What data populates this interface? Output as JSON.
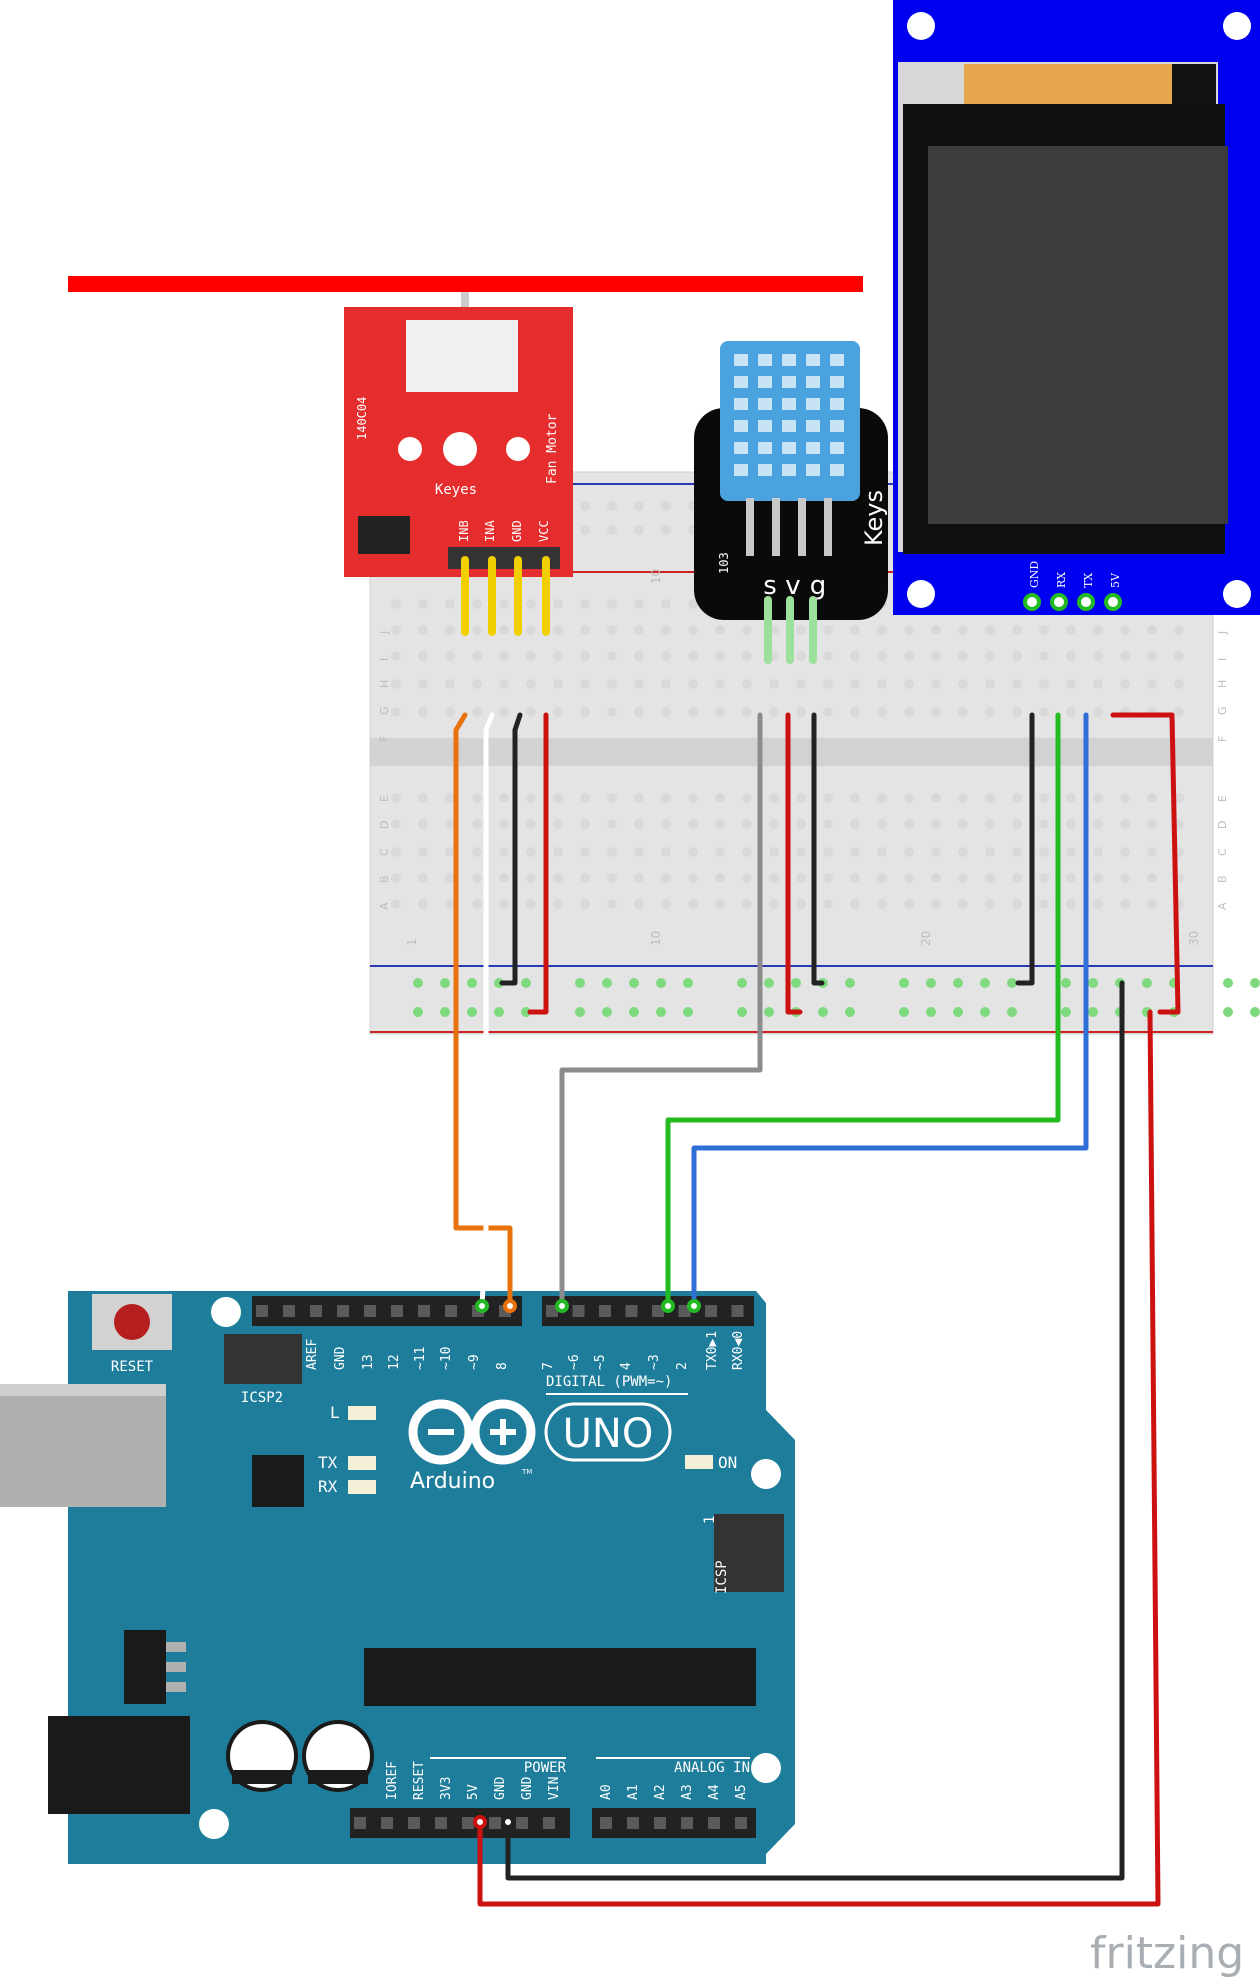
{
  "watermark": "fritzing",
  "breadboard": {
    "row_letters_top": [
      "J",
      "I",
      "H",
      "G",
      "F"
    ],
    "row_letters_bottom": [
      "E",
      "D",
      "C",
      "B",
      "A"
    ],
    "column_numbers": [
      "1",
      "10",
      "20",
      "30"
    ],
    "hole_color": "#d9d9d9"
  },
  "fan_module": {
    "model": "140C04",
    "brand": "Keyes",
    "name": "Fan Motor",
    "pins": [
      "INB",
      "INA",
      "GND",
      "VCC"
    ],
    "board_color": "#e52d2d",
    "blade_color": "#ff0000"
  },
  "dht_module": {
    "brand": "Keys",
    "part": "103",
    "pins": [
      "s",
      "v",
      "g"
    ],
    "sensor_color": "#4aa3df"
  },
  "tft_display": {
    "pins": [
      "GND",
      "RX",
      "TX",
      "5V"
    ],
    "board_color": "#0000ff"
  },
  "arduino": {
    "brand": "Arduino",
    "trademark": "TM",
    "model": "UNO",
    "board_color": "#1e7d9b",
    "reset_label": "RESET",
    "icsp2_label": "ICSP2",
    "icsp_label": "ICSP",
    "icsp_pin1": "1",
    "led_l": "L",
    "led_tx": "TX",
    "led_rx": "RX",
    "led_on": "ON",
    "digital_label": "DIGITAL (PWM=~)",
    "digital_pins": [
      "AREF",
      "GND",
      "13",
      "12",
      "~11",
      "~10",
      "~9",
      "8",
      "7",
      "~6",
      "~5",
      "4",
      "~3",
      "2",
      "TX0▶1",
      "RX0◀0"
    ],
    "power_label": "POWER",
    "analog_label": "ANALOG IN",
    "power_pins": [
      "IOREF",
      "RESET",
      "3V3",
      "5V",
      "GND",
      "GND",
      "VIN"
    ],
    "analog_pins": [
      "A0",
      "A1",
      "A2",
      "A3",
      "A4",
      "A5"
    ]
  },
  "wire_colors": {
    "orange": "#e8720c",
    "white": "#ffffff",
    "black": "#222222",
    "red": "#cc1111",
    "gray": "#8c8c8c",
    "green": "#22bb22",
    "blue": "#2f6fd6",
    "yellow": "#f2cf00"
  }
}
